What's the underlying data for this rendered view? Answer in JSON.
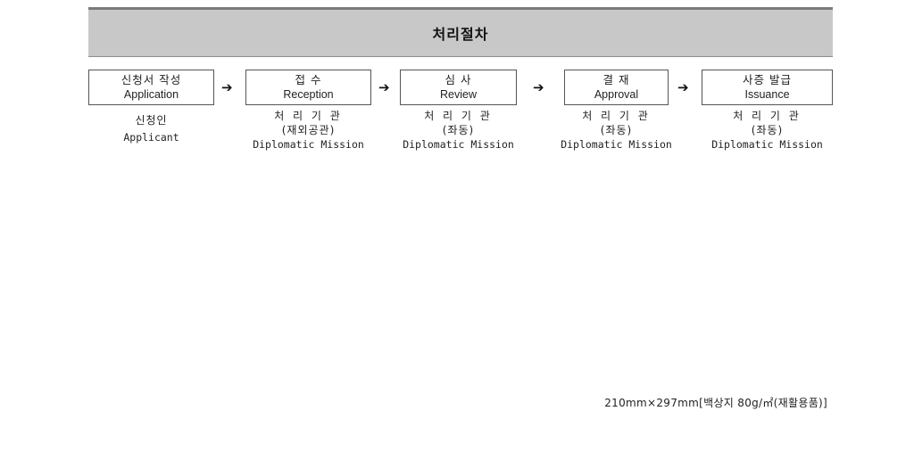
{
  "header": {
    "title": "처리절차"
  },
  "steps": [
    {
      "ko": "신청서 작성",
      "en": "Application"
    },
    {
      "ko": "접 수",
      "en": "Reception"
    },
    {
      "ko": "심 사",
      "en": "Review"
    },
    {
      "ko": "결 재",
      "en": "Approval"
    },
    {
      "ko": "사증 발급",
      "en": "Issuance"
    }
  ],
  "arrow_glyph": "➔",
  "agents": [
    {
      "ko": "신청인",
      "sub": "",
      "en": "Applicant"
    },
    {
      "ko": "처 리 기 관",
      "sub": "(재외공관)",
      "en": "Diplomatic Mission"
    },
    {
      "ko": "처 리 기 관",
      "sub": "(좌동)",
      "en": "Diplomatic Mission"
    },
    {
      "ko": "처 리 기 관",
      "sub": "(좌동)",
      "en": "Diplomatic Mission"
    },
    {
      "ko": "처 리 기 관",
      "sub": "(좌동)",
      "en": "Diplomatic Mission"
    }
  ],
  "footer": {
    "note": "210mm×297mm[백상지 80g/㎡(재활용품)]"
  }
}
